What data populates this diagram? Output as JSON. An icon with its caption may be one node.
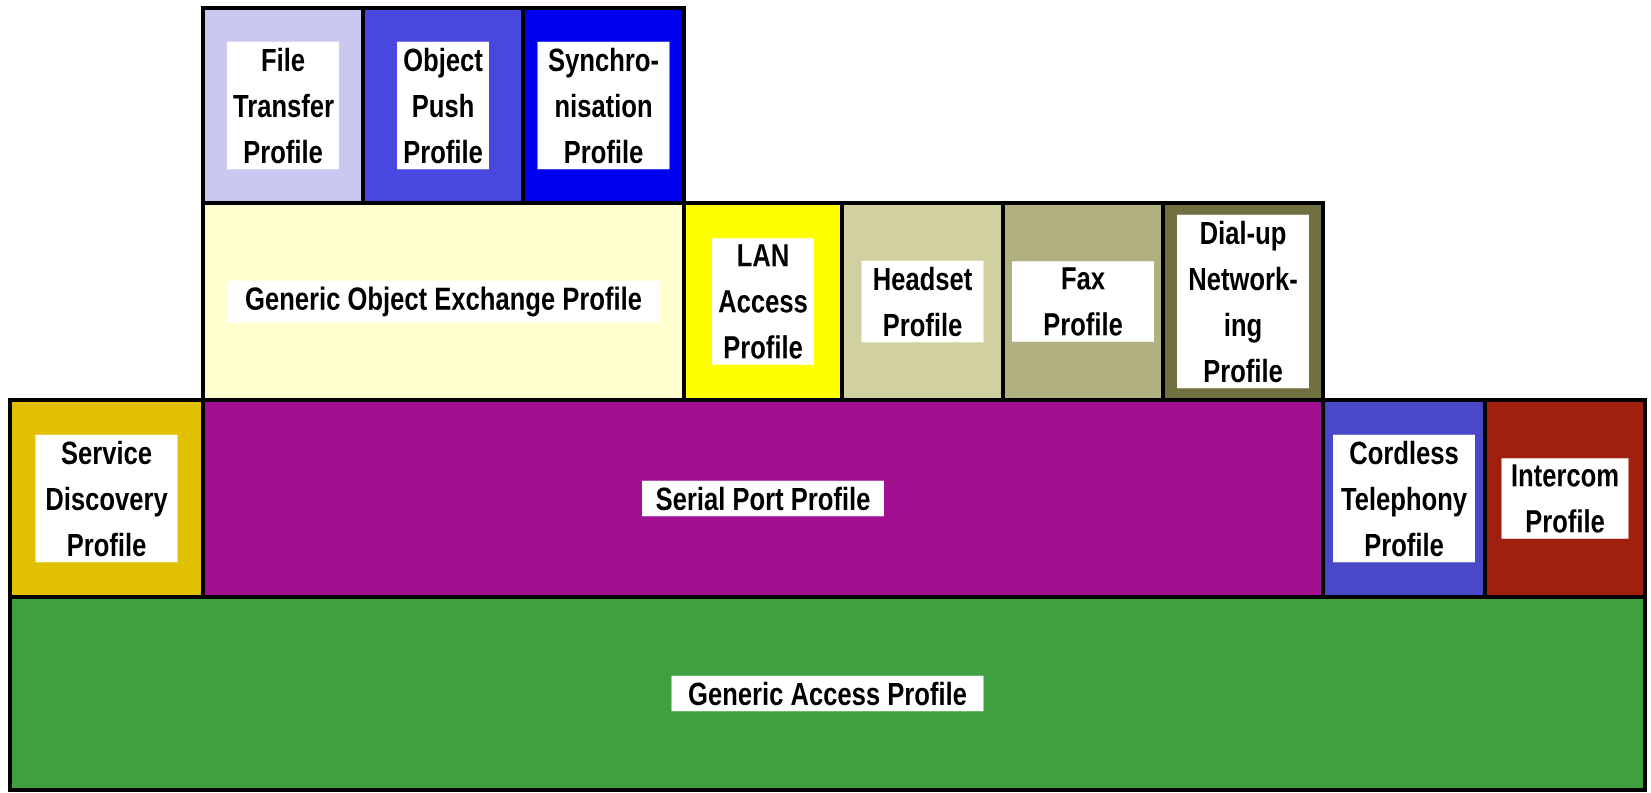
{
  "diagram": {
    "nodes": [
      {
        "text": [
          "File Transfer Profile"
        ]
      },
      {
        "text": [
          "Object Push Profile"
        ]
      },
      {
        "text": [
          "Synchro-nisation Profile"
        ]
      },
      {
        "text": [
          "Generic Object Exchange Profile"
        ]
      },
      {
        "text": [
          "LAN Access Profile"
        ]
      },
      {
        "text": [
          "Headset Profile"
        ]
      },
      {
        "text": [
          "Fax Profile"
        ]
      },
      {
        "text": [
          "Dial-up Network-ing Profile"
        ]
      },
      {
        "text": [
          "Service Discovery Profile"
        ]
      },
      {
        "text": [
          "Serial Port Profile"
        ]
      },
      {
        "text": [
          "Cordless Telephony Profile"
        ]
      },
      {
        "text": [
          "Intercom Profile"
        ]
      },
      {
        "text": [
          "Generic Access Profile"
        ]
      }
    ]
  }
}
